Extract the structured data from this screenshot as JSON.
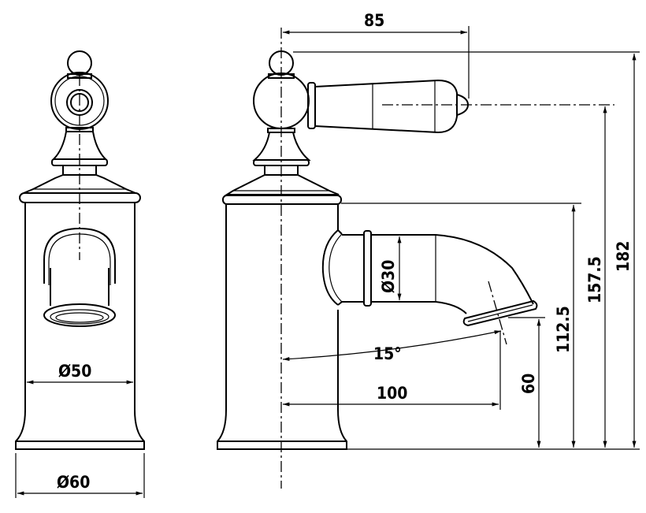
{
  "title": "Basin mixer tap technical drawing",
  "dimensions": {
    "reach_handle": "85",
    "height_total": "182",
    "height_handle": "157.5",
    "height_spout_top": "112.5",
    "height_spout_outlet": "60",
    "reach_spout": "100",
    "spout_angle": "15°",
    "spout_diameter": "Ø30",
    "body_diameter": "Ø50",
    "base_diameter": "Ø60"
  },
  "colors": {
    "line": "#000000",
    "background": "#ffffff"
  }
}
